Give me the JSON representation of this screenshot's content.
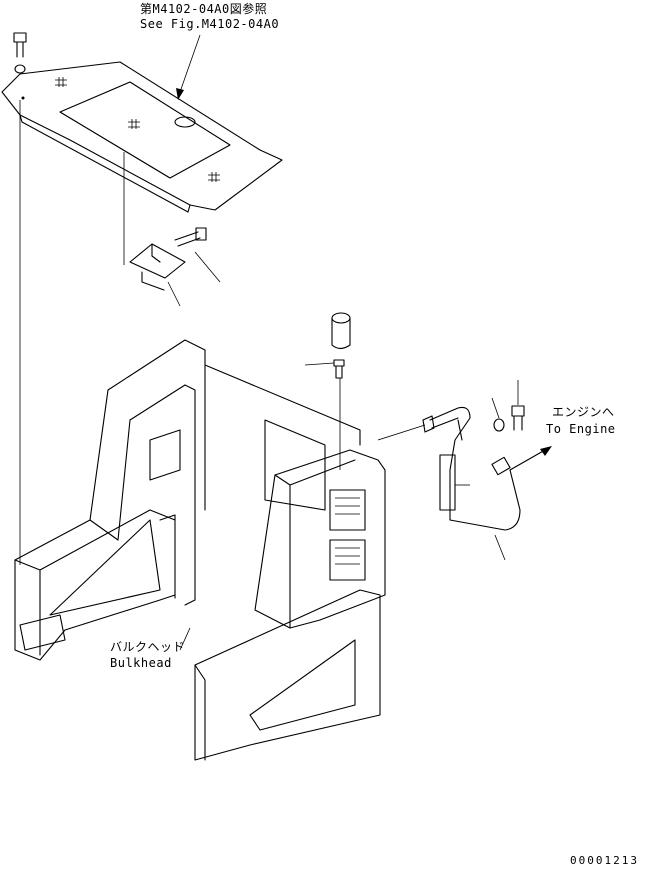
{
  "labels": {
    "ref_jp": "第M4102-04A0図参照",
    "ref_en": "See Fig.M4102-04A0",
    "engine_jp": "エンジンへ",
    "engine_en": "To Engine",
    "bulkhead_jp": "バルクヘッド",
    "bulkhead_en": "Bulkhead",
    "drawing_no": "00001213"
  }
}
